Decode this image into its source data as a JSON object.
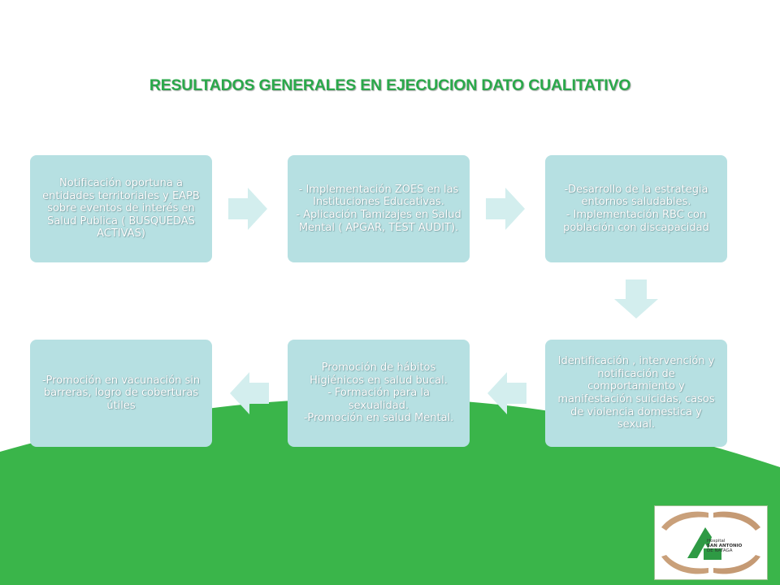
{
  "slide": {
    "title": "RESULTADOS GENERALES EN EJECUCION DATO CUALITATIVO"
  },
  "boxes": [
    {
      "id": "box-1",
      "text": "Notificación oportuna a entidades territoriales y EAPB sobre eventos de interés en Salud Publica ( BUSQUEDAS ACTIVAS)"
    },
    {
      "id": "box-2",
      "text": "- Implementación ZOES en las Instituciones Educativas.\n- Aplicación Tamizajes en Salud Mental ( APGAR, TEST AUDIT)."
    },
    {
      "id": "box-3",
      "text": "-Desarrollo de la estrategia entornos saludables.\n- Implementación RBC con población con discapacidad"
    },
    {
      "id": "box-4",
      "text": "Identificación , intervención y notificación de comportamiento y manifestación suicidas, casos de violencia domestica y sexual."
    },
    {
      "id": "box-5",
      "text": "Promoción de hábitos Higiénicos en salud bucal.\n- Formación para la sexualidad.\n-Promoción en salud Mental."
    },
    {
      "id": "box-6",
      "text": "-Promoción en vacunación sin barreras, logro de coberturas útiles"
    }
  ],
  "logo": {
    "lines": [
      "Hospital",
      "SAN ANTONIO",
      "DE NATAGA"
    ]
  },
  "colors": {
    "title": "#2aa84a",
    "box_bg": "#b6e0e2",
    "arrow": "#d3eeee",
    "green_band": "#3ab54a"
  }
}
